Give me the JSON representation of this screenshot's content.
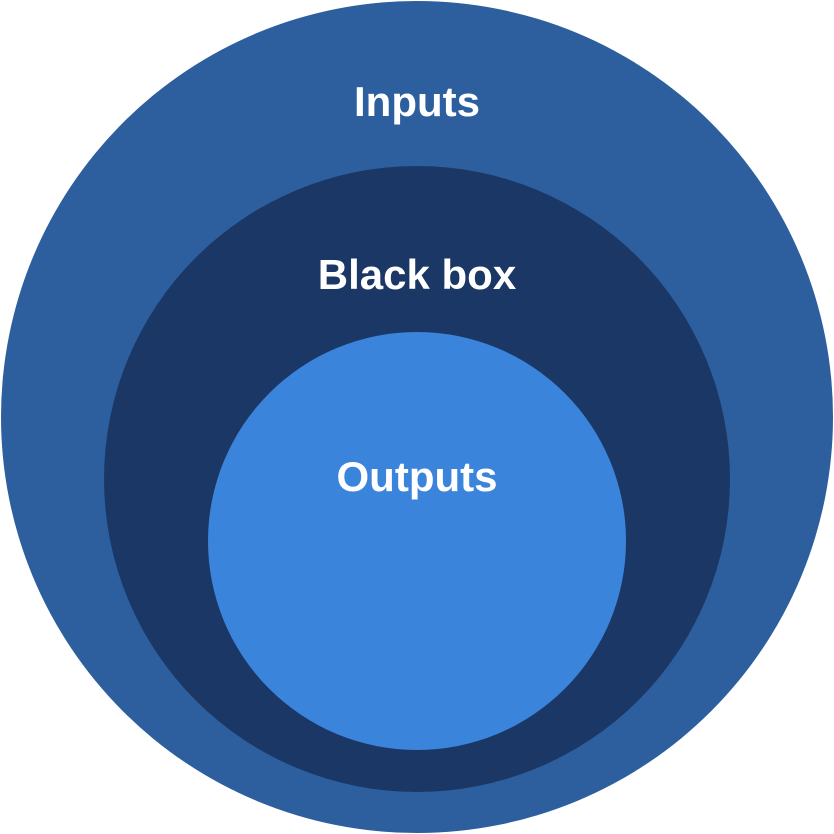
{
  "diagram": {
    "rings": [
      {
        "id": "outer",
        "label": "Inputs",
        "color": "#2d5f9f"
      },
      {
        "id": "middle",
        "label": "Black box",
        "color": "#1b3765"
      },
      {
        "id": "inner",
        "label": "Outputs",
        "color": "#3b84db"
      }
    ]
  }
}
